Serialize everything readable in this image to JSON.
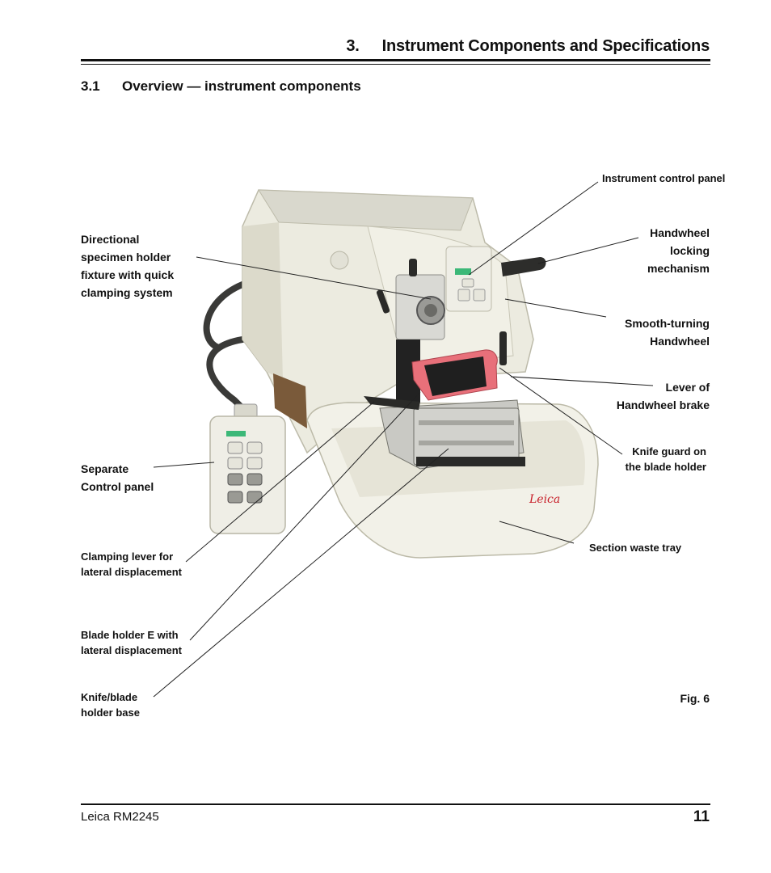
{
  "header": {
    "chapter_number": "3.",
    "chapter_title": "Instrument Components and Specifications"
  },
  "section": {
    "number": "3.1",
    "title": "Overview — instrument components"
  },
  "callouts": {
    "instrument_control_panel": "Instrument control panel",
    "handwheel_locking": "Handwheel\nlocking\nmechanism",
    "directional_holder": "Directional\nspecimen holder\nfixture with quick\nclamping system",
    "smooth_handwheel": "Smooth-turning\nHandwheel",
    "lever_brake": "Lever of\nHandwheel brake",
    "knife_guard": "Knife guard on\nthe blade holder",
    "separate_control_panel": "Separate\nControl panel",
    "section_waste_tray": "Section waste tray",
    "clamping_lever": "Clamping lever for\nlateral displacement",
    "blade_holder_e": "Blade holder E with\nlateral displacement",
    "knife_base": "Knife/blade\nholder base"
  },
  "figure": {
    "label": "Fig. 6",
    "brand_mark": "Leica"
  },
  "footer": {
    "model": "Leica RM2245",
    "page": "11"
  },
  "colors": {
    "housing": "#ecebe0",
    "housing_shadow": "#cfcdbd",
    "knife_guard": "#e8707a",
    "display_green": "#3cb878",
    "brand_red": "#c8202a"
  }
}
